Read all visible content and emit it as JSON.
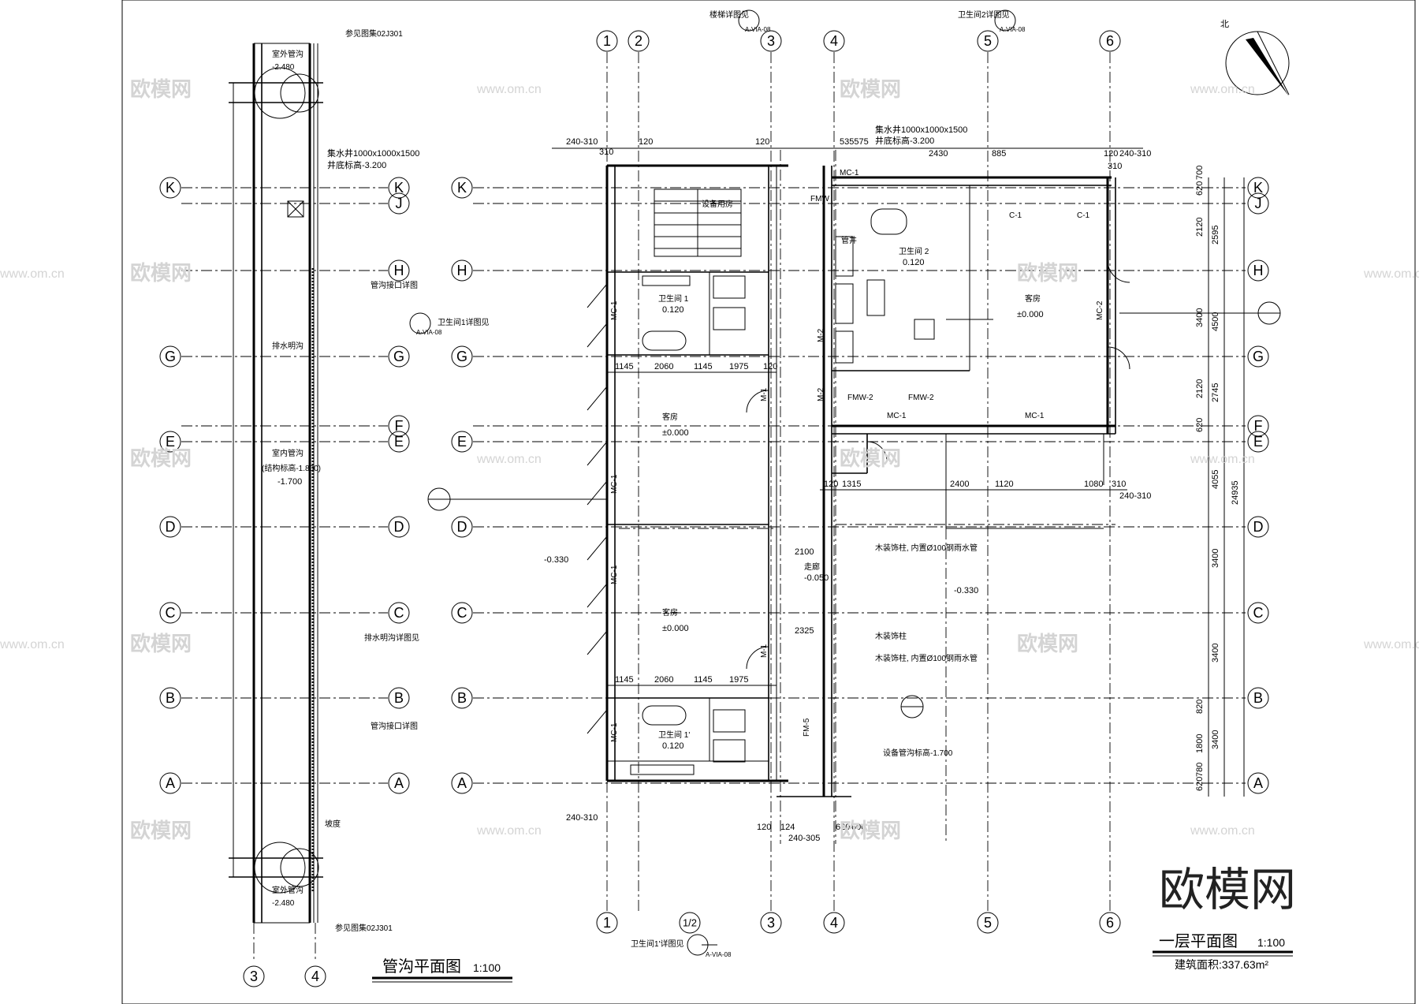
{
  "titles": {
    "left": "管沟平面图",
    "left_scale": "1:100",
    "right": "一层平面图",
    "right_scale": "1:100",
    "area": "建筑面积:337.63m²"
  },
  "watermark": {
    "brand": "欧模网",
    "url": "www.om.cn"
  },
  "left_plan": {
    "axes": [
      "K",
      "J",
      "H",
      "G",
      "F",
      "E",
      "D",
      "C",
      "B",
      "A"
    ],
    "bottom_axes": [
      "3",
      "4"
    ],
    "notes": {
      "ref_top": "参见图集02J301",
      "ref_bottom": "参见图集02J301",
      "outdoor_top": "室外管沟",
      "outdoor_bottom": "室外管沟",
      "elev_top": "-2.480",
      "elev_bottom": "-2.480",
      "sump": "集水井1000x1000x1500",
      "sump_elev": "井底标高-3.200",
      "pipe_joint1": "管沟接口详图",
      "pipe_joint2": "管沟接口详图",
      "drain": "排水明沟",
      "drain_detail": "排水明沟详图见",
      "indoor": "室内管沟",
      "indoor_elev": "(结构标高-1.800)",
      "indoor_val": "-1.700",
      "slope": "坡度"
    }
  },
  "right_plan": {
    "top_axes": [
      "1",
      "2",
      "3",
      "4",
      "5",
      "6"
    ],
    "bottom_axes": [
      "1",
      "1/2",
      "3",
      "4",
      "5",
      "6"
    ],
    "row_axes": [
      "K",
      "J",
      "H",
      "G",
      "F",
      "E",
      "D",
      "C",
      "B",
      "A"
    ],
    "rooms": {
      "bath1": "卫生间 1",
      "bath1_elev": "0.120",
      "bath1b": "卫生间 1'",
      "bath1b_elev": "0.120",
      "bath2": "卫生间 2",
      "bath2_elev": "0.120",
      "guest1": "客房",
      "guest1_elev": "±0.000",
      "guest2": "客房",
      "guest2_elev": "±0.000",
      "guest3": "客房",
      "guest3_elev": "±0.000",
      "corridor": "走廊",
      "corridor_elev": "-0.050",
      "equip": "设备用房",
      "shaft": "管井"
    },
    "notes": {
      "sump": "集水井1000x1000x1500",
      "sump_elev": "井底标高-3.200",
      "col1": "木装饰柱, 内置Ø100钢雨水管",
      "col2": "木装饰柱",
      "col3": "木装饰柱, 内置Ø100钢雨水管",
      "pipe_elev": "设备管沟标高-1.700",
      "elev_neg1": "-0.330",
      "elev_neg2": "-0.330",
      "stair_ref": "楼梯详图见",
      "bath1_ref": "卫生间1详图见",
      "bath2_ref": "卫生间2详图见",
      "bath1b_ref": "卫生间1'详图见",
      "sheet_ref": "A-VIA-08",
      "north": "北"
    },
    "tags": {
      "mc1": "MC-1",
      "mc2": "MC-2",
      "m1": "M-1",
      "m2": "M-2",
      "c1": "C-1",
      "fmw": "FMW",
      "fmw2": "FMW-2",
      "fm5": "FM-5"
    },
    "dims_h_top": [
      "240-310",
      "120",
      "310",
      "120",
      "535575",
      "2430",
      "885",
      "120",
      "240-310",
      "310"
    ],
    "dims_bath1": [
      "1145",
      "2060",
      "1145",
      "1975",
      "120"
    ],
    "dims_bath1b": [
      "1145",
      "2060",
      "1145",
      "1975"
    ],
    "dims_mid": [
      "2400",
      "1120",
      "1080",
      "310",
      "120",
      "1315",
      "240-310"
    ],
    "dims_right_v": [
      "620",
      "700",
      "2120",
      "2595",
      "3400",
      "4500",
      "2120",
      "2745",
      "620",
      "4055",
      "3400",
      "3400",
      "820",
      "1800",
      "3400",
      "780",
      "620",
      "24935"
    ],
    "dims_corr": [
      "2100",
      "2325"
    ],
    "dims_bottom": [
      "240-310",
      "120",
      "124",
      "240-305",
      "620",
      "600"
    ]
  }
}
